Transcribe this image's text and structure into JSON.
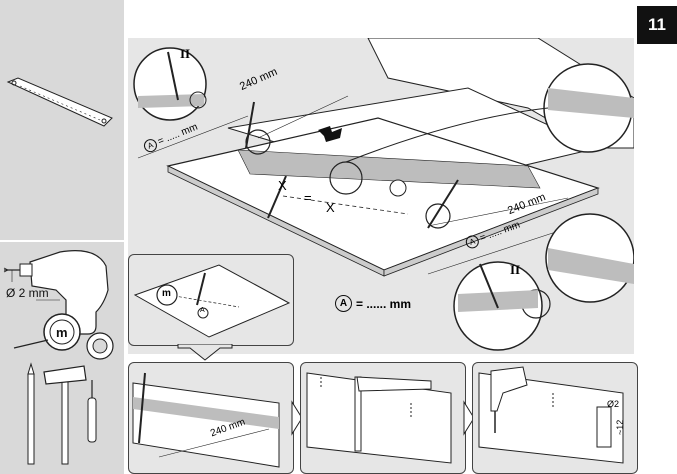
{
  "page": {
    "number": "11"
  },
  "colors": {
    "panel": "#d9d9d9",
    "fill": "#e6e6e6",
    "badge": "#111111",
    "line": "#222222",
    "strip": "#bdbdbd"
  },
  "tools": {
    "drill_bit_label": "Ø 2 mm",
    "tape_badge": "m"
  },
  "main": {
    "dim_top": "240 mm",
    "dim_right": "240 mm",
    "marker_top": "II",
    "marker_right": "II",
    "a_left": "A",
    "eq_left": "= ..... mm",
    "a_right": "A",
    "eq_right": "= ..... mm",
    "x_left": "X",
    "x_eq": "=",
    "x_right": "X"
  },
  "legend": {
    "circle": "A",
    "text": "= ...... mm"
  },
  "inset": {
    "tape_badge": "m",
    "a": "A"
  },
  "steps": {
    "step1_dim": "240 mm",
    "step3_dia": "Ø2",
    "step3_depth": "~12"
  }
}
